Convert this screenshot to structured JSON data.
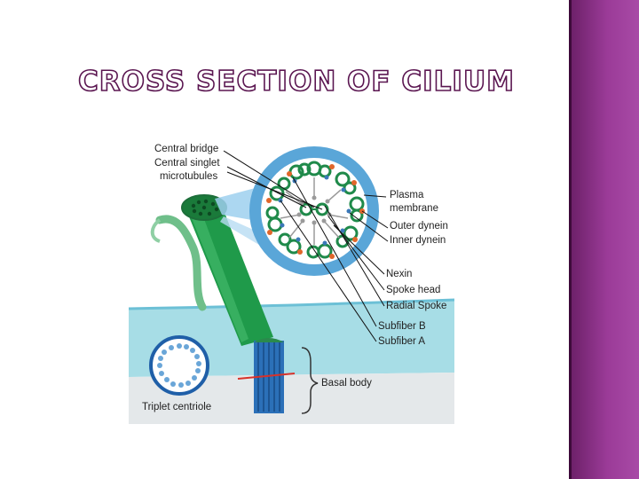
{
  "slide": {
    "title": "CROSS SECTION OF CILIUM"
  },
  "colors": {
    "title_outline": "#5a1550",
    "side_panel": "#8a2f86",
    "cilium_green": "#1f9a4a",
    "membrane_blue": "#5aa6d8",
    "cytoplasm": "#a7dde6"
  },
  "diagram": {
    "labels": {
      "central_bridge": "Central bridge",
      "central_singlet_line1": "Central singlet",
      "central_singlet_line2": "microtubules",
      "plasma_membrane_line1": "Plasma",
      "plasma_membrane_line2": "membrane",
      "outer_dynein": "Outer dynein",
      "inner_dynein": "Inner dynein",
      "nexin": "Nexin",
      "spoke_head": "Spoke head",
      "radial_spoke": "Radial Spoke",
      "subfiber_b": "Subfiber B",
      "subfiber_a": "Subfiber A",
      "basal_body": "Basal body",
      "triplet_centriole": "Triplet centriole"
    }
  }
}
